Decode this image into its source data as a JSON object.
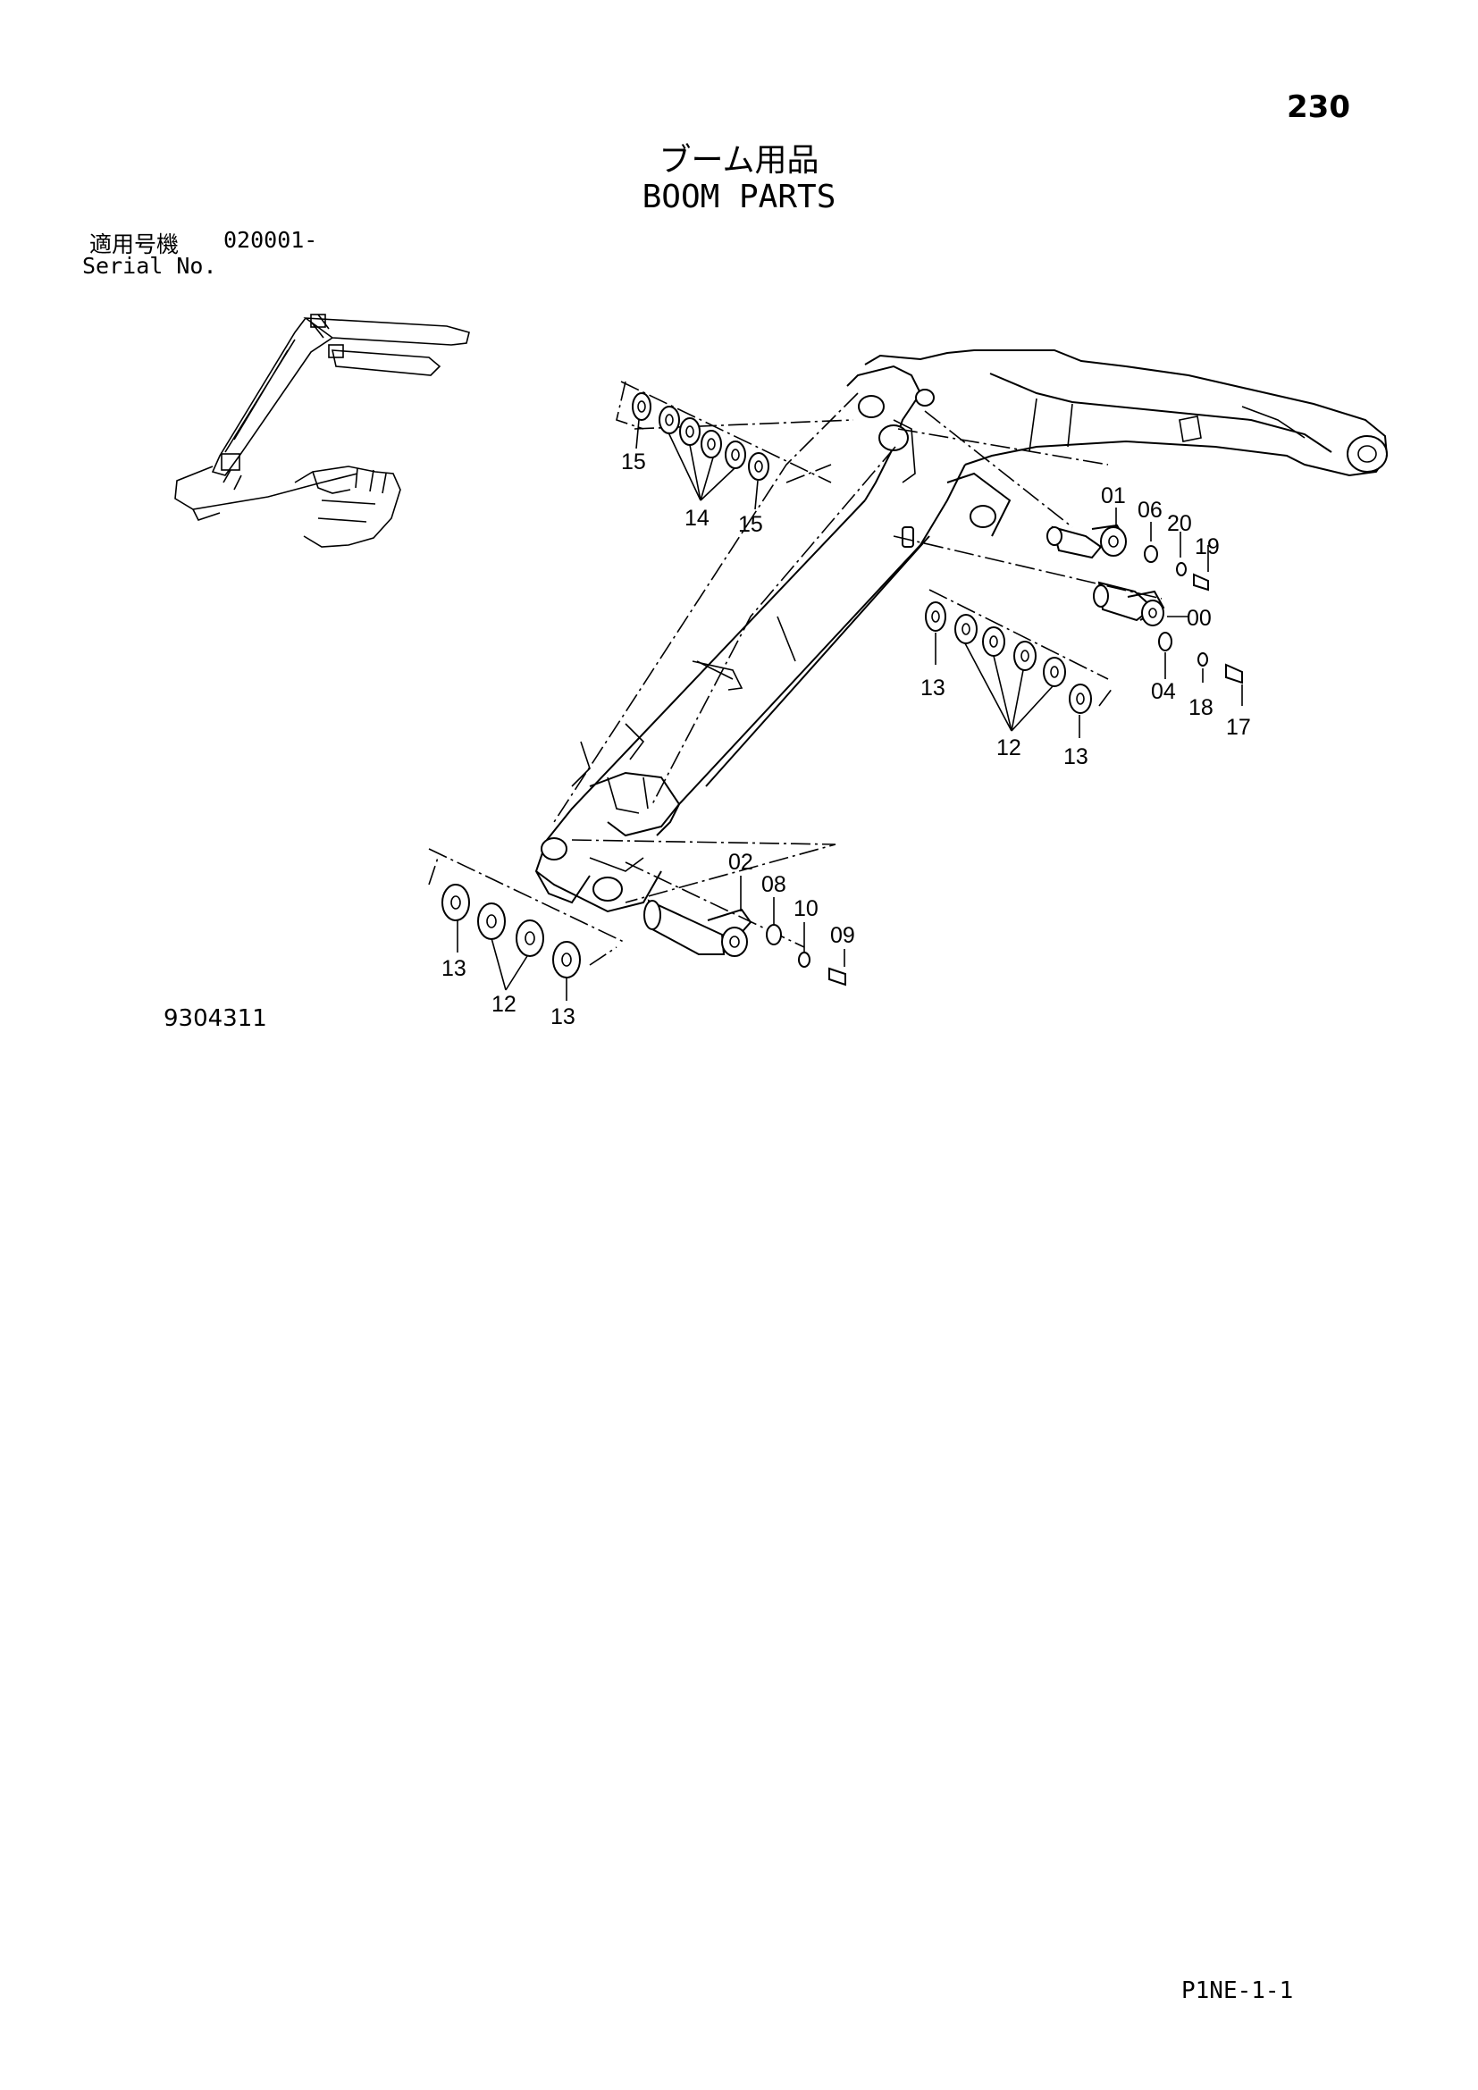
{
  "header": {
    "page_number": "230",
    "title_ja": "ブーム用品",
    "title_en": "BOOM PARTS"
  },
  "serial": {
    "label_ja": "適用号機",
    "value": "020001-",
    "label_en": "Serial No."
  },
  "diagram": {
    "drawing_number": "9304311",
    "callouts": {
      "c15a": "15",
      "c14": "14",
      "c15b": "15",
      "c01": "01",
      "c06": "06",
      "c20": "20",
      "c19": "19",
      "c00": "00",
      "c13a": "13",
      "c04": "04",
      "c18": "18",
      "c17": "17",
      "c12a": "12",
      "c13b": "13",
      "c02": "02",
      "c08": "08",
      "c10": "10",
      "c09": "09",
      "c13c": "13",
      "c12b": "12",
      "c13d": "13"
    }
  },
  "footer": {
    "page_code": "P1NE-1-1"
  }
}
